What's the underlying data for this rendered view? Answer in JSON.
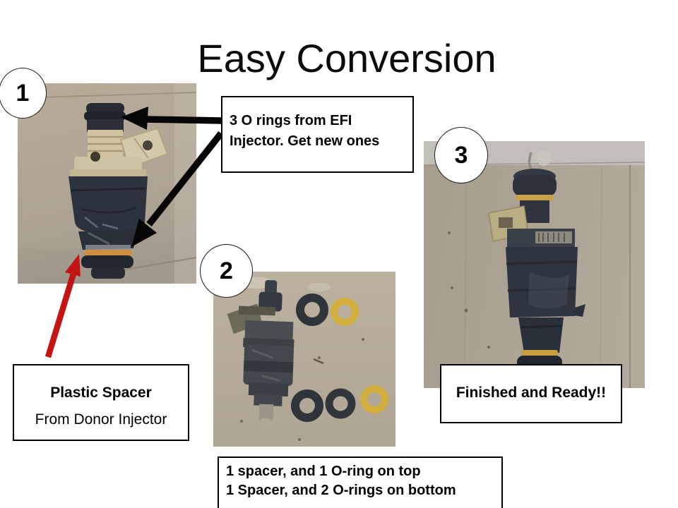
{
  "slide": {
    "title": "Easy Conversion"
  },
  "steps": [
    {
      "number": "1",
      "depicts": "donor EFI injector with O-rings on cardboard"
    },
    {
      "number": "2",
      "depicts": "disassembled injector with 3 black O-rings and 2 yellow spacers"
    },
    {
      "number": "3",
      "depicts": "finished converted injector"
    }
  ],
  "callouts": {
    "orings": {
      "line1": "3 O rings from EFI",
      "line2": "Injector. Get new ones"
    },
    "spacer": {
      "line1": "Plastic Spacer",
      "line2": "From Donor Injector"
    },
    "finished": {
      "text": "Finished and Ready!!"
    },
    "assembly": {
      "line1": "1 spacer, and 1 O-ring on top",
      "line2": "1 Spacer, and 2 O-rings on bottom"
    }
  },
  "colors": {
    "slide_bg": "#ffffff",
    "text": "#000000",
    "box_bg": "#ffffff",
    "box_border": "#000000",
    "arrow_black": "#060606",
    "arrow_red": "#c41414",
    "cardboard_1": "#b1a492",
    "cardboard_2": "#b7ac9b",
    "cardboard_3": "#aba293",
    "injector_dark": "#2e3440",
    "injector_cream": "#d0c5a3",
    "oring_black": "#2f343a",
    "oring_yellow": "#d2ae3c",
    "oring_orange": "#cf8f3f"
  }
}
